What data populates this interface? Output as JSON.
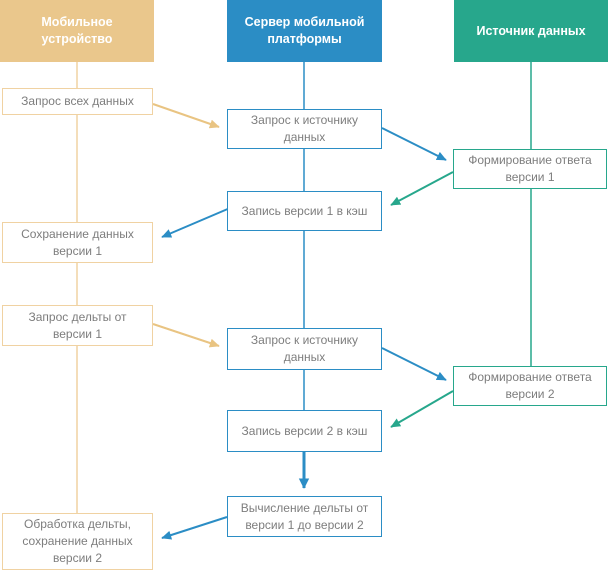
{
  "diagram": {
    "lanes": [
      {
        "label": "Мобильное устройство",
        "color": "#eac78c"
      },
      {
        "label": "Сервер мобильной платформы",
        "color": "#2b8dc5"
      },
      {
        "label": "Источник данных",
        "color": "#27a78c"
      }
    ],
    "nodes": {
      "request_all_data": "Запрос всех данных",
      "request_to_source_1": "Запрос к источнику данных",
      "form_response_v1": "Формирование ответа версии 1",
      "write_v1_to_cache": "Запись версии 1 в кэш",
      "save_data_v1": "Сохранение данных версии 1",
      "request_delta_from_v1": "Запрос дельты от версии 1",
      "request_to_source_2": "Запрос к источнику данных",
      "form_response_v2": "Формирование ответа версии 2",
      "write_v2_to_cache": "Запись версии 2 в кэш",
      "compute_delta_v1_v2": "Вычисление дельты от версии 1 до версии 2",
      "process_delta_save_v2": "Обработка дельты, сохранение данных версии 2"
    },
    "colors": {
      "mobile_accent": "#eac78c",
      "mobile_border": "#f0d2a2",
      "mobile_arrow": "#e9c482",
      "server_accent": "#2b8dc5",
      "source_accent": "#27a78c",
      "node_text": "#7d7d7d",
      "node_background": "#ffffff"
    }
  }
}
